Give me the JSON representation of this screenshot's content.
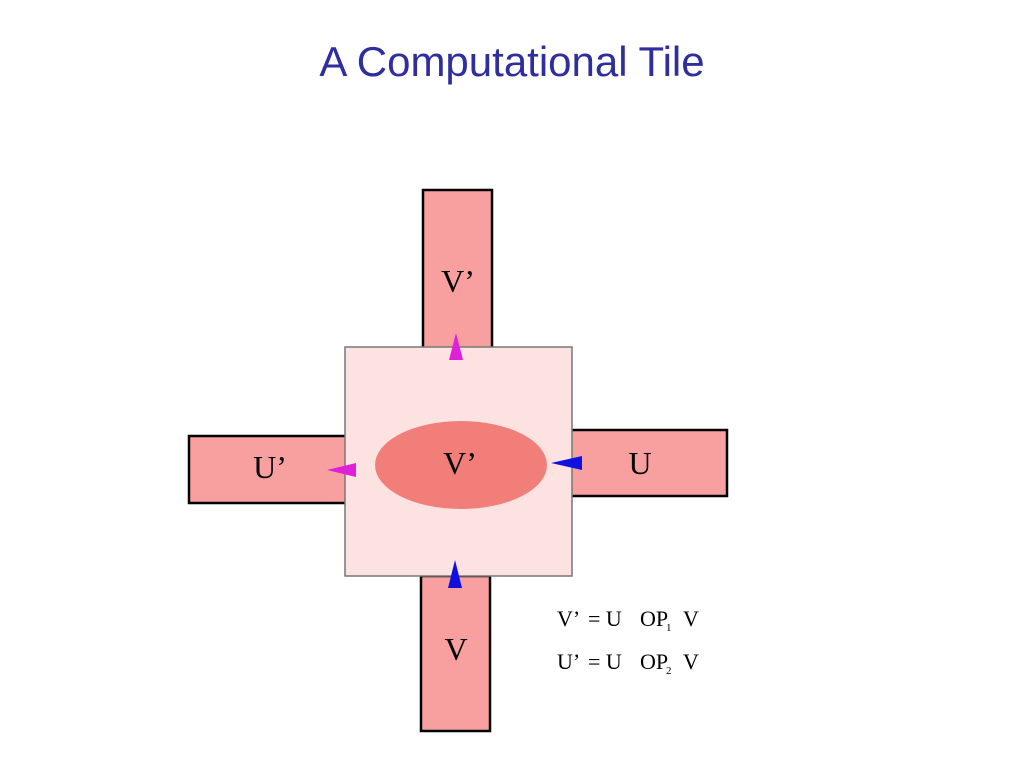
{
  "title": "A Computational Tile",
  "tile": {
    "center_label": "V’",
    "top_label": "V’",
    "bottom_label": "V",
    "left_label": "U’",
    "right_label": "U"
  },
  "equations": [
    {
      "lhs": "V’",
      "op": "= U",
      "fn": "OP",
      "sub": "1",
      "rhs": "V"
    },
    {
      "lhs": "U’",
      "op": "= U",
      "fn": "OP",
      "sub": "2",
      "rhs": "V"
    }
  ],
  "colors": {
    "title": "#2e2e9e",
    "arm_fill": "#f8a0a0",
    "tile_fill": "#fde2e2",
    "core_fill": "#f27e7a",
    "output_arrow": "#e020d8",
    "input_arrow": "#1010e0"
  }
}
